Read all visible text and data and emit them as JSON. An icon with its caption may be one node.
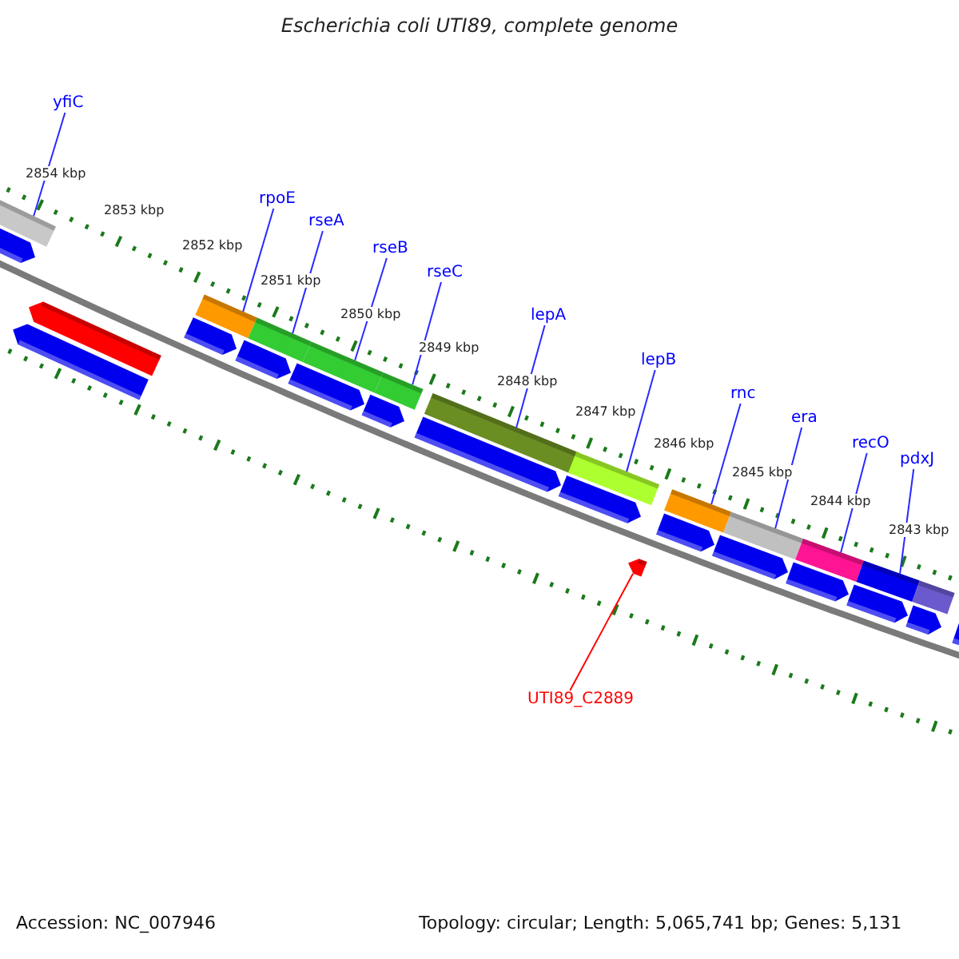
{
  "diagram": {
    "title": "Escherichia coli UTI89, complete genome",
    "nodes": [
      {
        "text": [
          "yfiC"
        ]
      },
      {
        "text": [
          "rpoE"
        ]
      },
      {
        "text": [
          "rseA"
        ]
      },
      {
        "text": [
          "rseB"
        ]
      },
      {
        "text": [
          "rseC"
        ]
      },
      {
        "text": [
          "lepA"
        ]
      },
      {
        "text": [
          "lepB"
        ]
      },
      {
        "text": [
          "rnc"
        ]
      },
      {
        "text": [
          "era"
        ]
      },
      {
        "text": [
          "recO"
        ]
      },
      {
        "text": [
          "pdxJ"
        ]
      },
      {
        "text": [
          "UTI89_C2889"
        ]
      },
      {
        "text": [],
        "shape": "bar"
      },
      {
        "text": [],
        "shape": "bar"
      },
      {
        "text": [],
        "shape": "bar"
      },
      {
        "text": [],
        "shape": "bar"
      },
      {
        "text": [],
        "shape": "bar"
      },
      {
        "text": [],
        "shape": "bar"
      },
      {
        "text": [],
        "shape": "bar"
      },
      {
        "text": [],
        "shape": "bar"
      },
      {
        "text": [],
        "shape": "bar"
      },
      {
        "text": [],
        "shape": "bar"
      },
      {
        "text": [],
        "shape": "bar"
      },
      {
        "text": [],
        "shape": "arrow"
      }
    ],
    "edges": [
      {
        "from": 0,
        "to": 12,
        "arrow": "none"
      },
      {
        "from": 1,
        "to": 13,
        "arrow": "none"
      },
      {
        "from": 2,
        "to": 14,
        "arrow": "none"
      },
      {
        "from": 3,
        "to": 15,
        "arrow": "none"
      },
      {
        "from": 4,
        "to": 16,
        "arrow": "none"
      },
      {
        "from": 5,
        "to": 17,
        "arrow": "none"
      },
      {
        "from": 6,
        "to": 18,
        "arrow": "none"
      },
      {
        "from": 7,
        "to": 19,
        "arrow": "none"
      },
      {
        "from": 8,
        "to": 20,
        "arrow": "none"
      },
      {
        "from": 9,
        "to": 21,
        "arrow": "none"
      },
      {
        "from": 10,
        "to": 22,
        "arrow": "none"
      },
      {
        "from": 11,
        "to": 23,
        "arrow": "none",
        "color": "#ff0000"
      }
    ],
    "labels": [
      "2854 kbp",
      "2853 kbp",
      "2852 kbp",
      "2851 kbp",
      "2850 kbp",
      "2849 kbp",
      "2848 kbp",
      "2847 kbp",
      "2846 kbp",
      "2845 kbp",
      "2844 kbp",
      "2843 kbp",
      "Accession: NC_007946",
      "Topology: circular; Length: 5,065,741 bp; Genes: 5,131"
    ]
  }
}
